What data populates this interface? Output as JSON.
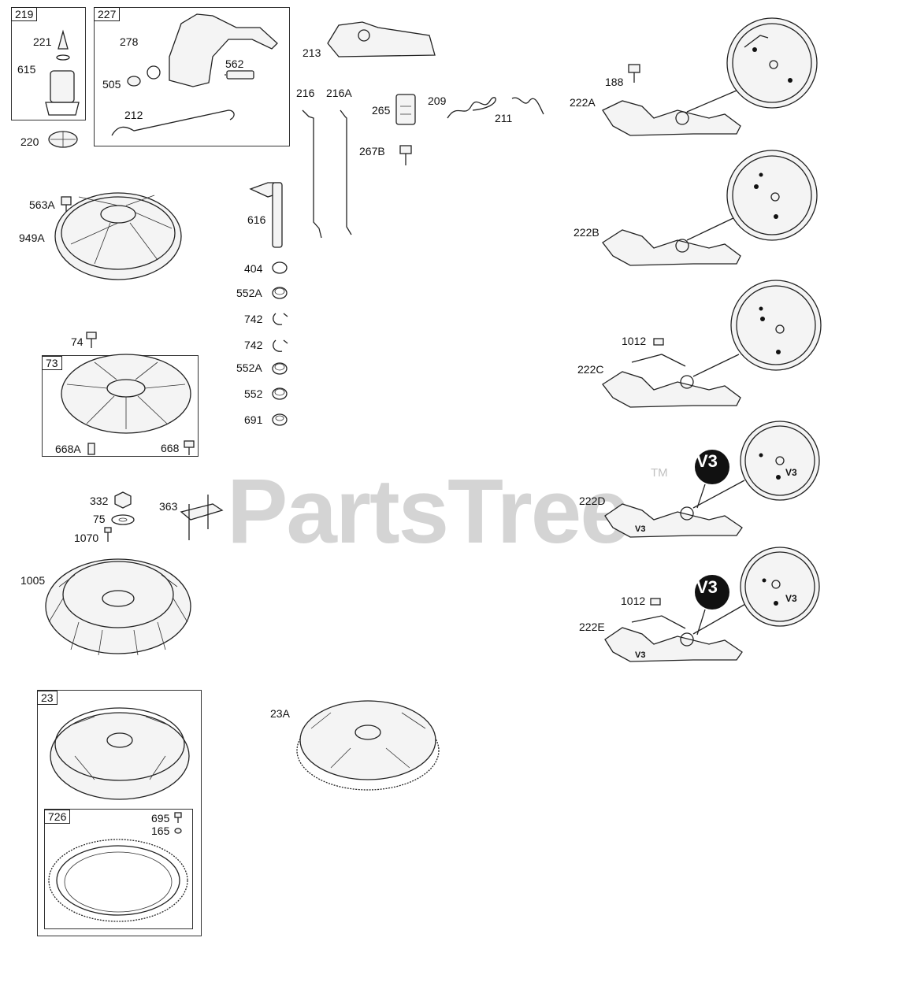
{
  "watermark": {
    "brand": "PartsTree",
    "trademark": "TM"
  },
  "group_boxes": [
    "219",
    "227",
    "73",
    "23",
    "726"
  ],
  "part_labels": {
    "p221": "221",
    "p615": "615",
    "p220": "220",
    "p278": "278",
    "p505": "505",
    "p562": "562",
    "p212": "212",
    "p213": "213",
    "p216": "216",
    "p216a": "216A",
    "p265": "265",
    "p209": "209",
    "p211": "211",
    "p267b": "267B",
    "p188": "188",
    "p222a": "222A",
    "p222b": "222B",
    "p222c": "222C",
    "p222d": "222D",
    "p222e": "222E",
    "p1012a": "1012",
    "p1012b": "1012",
    "p563a": "563A",
    "p949a": "949A",
    "p616": "616",
    "p404": "404",
    "p552a_1": "552A",
    "p742_1": "742",
    "p742_2": "742",
    "p552a_2": "552A",
    "p552": "552",
    "p691": "691",
    "p74": "74",
    "p668a": "668A",
    "p668": "668",
    "p332": "332",
    "p75": "75",
    "p1070": "1070",
    "p363": "363",
    "p1005": "1005",
    "p23a": "23A",
    "p695": "695",
    "p165": "165"
  },
  "badges": {
    "v3_large_d": "V3",
    "v3_large_e": "V3",
    "v3_small_d_detail": "V3",
    "v3_small_d_part": "V3",
    "v3_small_e_detail": "V3",
    "v3_small_e_part": "V3"
  }
}
